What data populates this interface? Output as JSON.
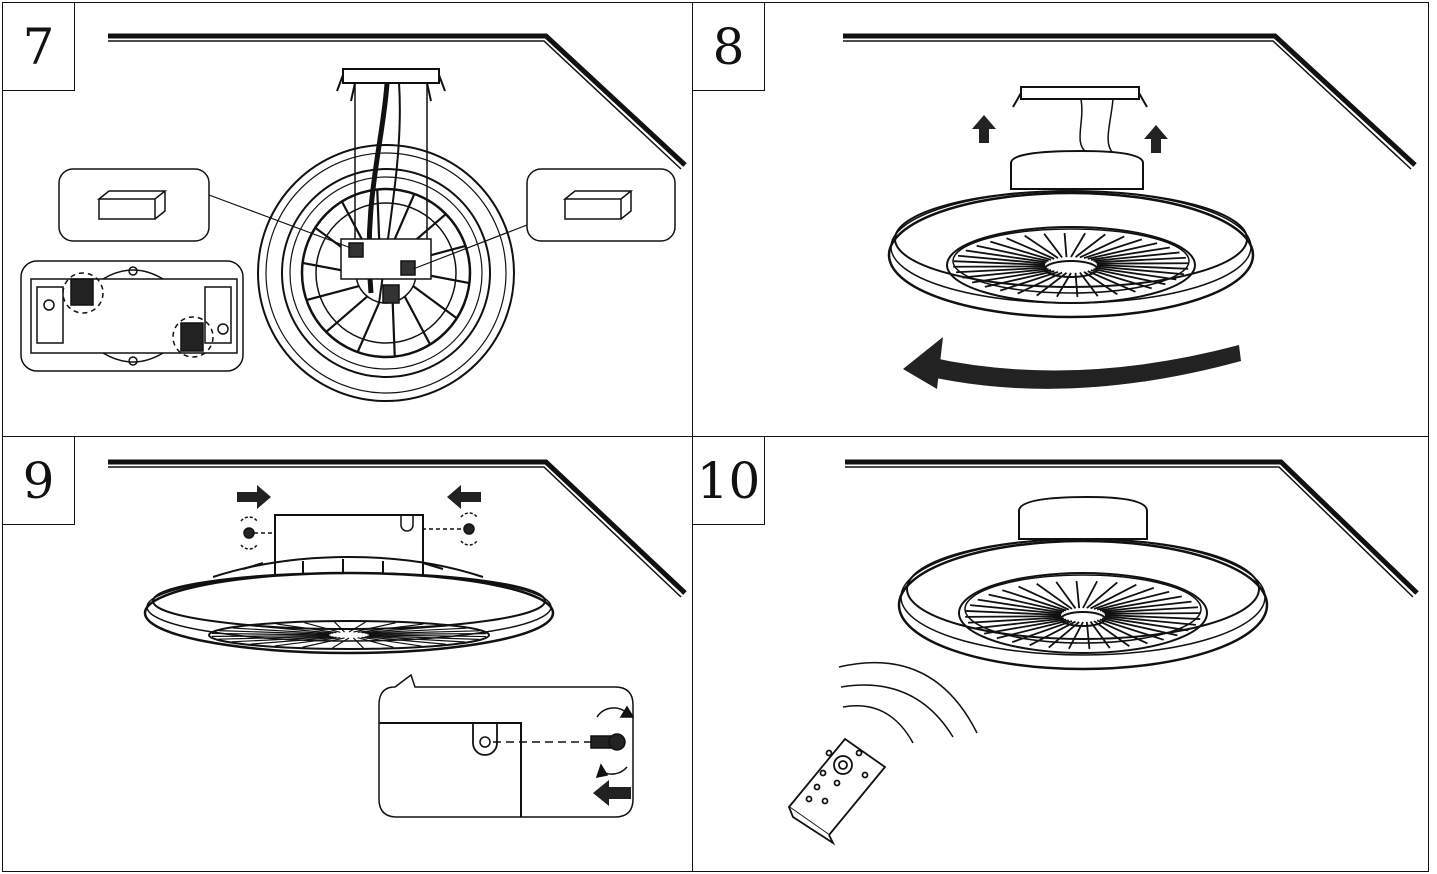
{
  "steps": [
    {
      "number": "7"
    },
    {
      "number": "8"
    },
    {
      "number": "9"
    },
    {
      "number": "10"
    }
  ],
  "colors": {
    "ink": "#111111",
    "paper": "#ffffff",
    "shade": "#333333"
  },
  "icons": [
    "ceiling-line",
    "mounting-bracket",
    "connector-block",
    "wiring-box",
    "fan-body",
    "rotate-arrow",
    "up-arrow",
    "screw",
    "push-arrow",
    "remote-control",
    "signal-waves"
  ]
}
